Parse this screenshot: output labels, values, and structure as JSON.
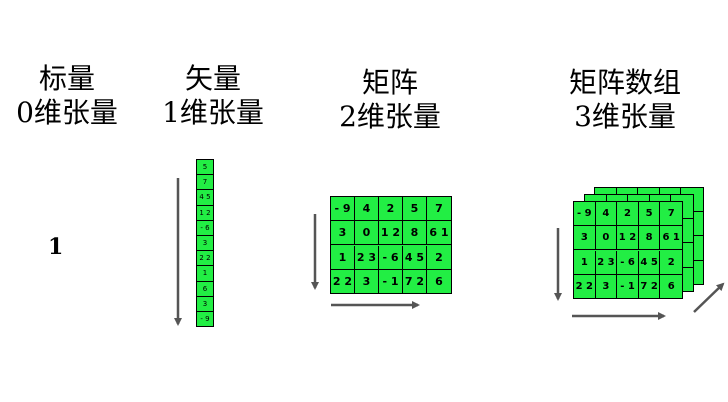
{
  "titles": {
    "scalar": {
      "line1": "标量",
      "line2": "0维张量"
    },
    "vector": {
      "line1": "矢量",
      "line2": "1维张量"
    },
    "matrix": {
      "line1": "矩阵",
      "line2": "2维张量"
    },
    "array": {
      "line1": "矩阵数组",
      "line2": "3维张量"
    }
  },
  "scalar_value": "1",
  "vector_values": [
    "5",
    "7",
    "4 5",
    "1 2",
    "- 6",
    "3",
    "2 2",
    "1",
    "6",
    "3",
    "- 9"
  ],
  "matrix_rows": [
    [
      "- 9",
      "4",
      "2",
      "5",
      "7"
    ],
    [
      "3",
      "0",
      "1 2",
      "8",
      "6 1"
    ],
    [
      "1",
      "2 3",
      "- 6",
      "4 5",
      "2"
    ],
    [
      "2 2",
      "3",
      "- 1",
      "7 2",
      "6"
    ]
  ],
  "colors": {
    "cell_fill": "#22ee44",
    "arrow": "#555555"
  }
}
